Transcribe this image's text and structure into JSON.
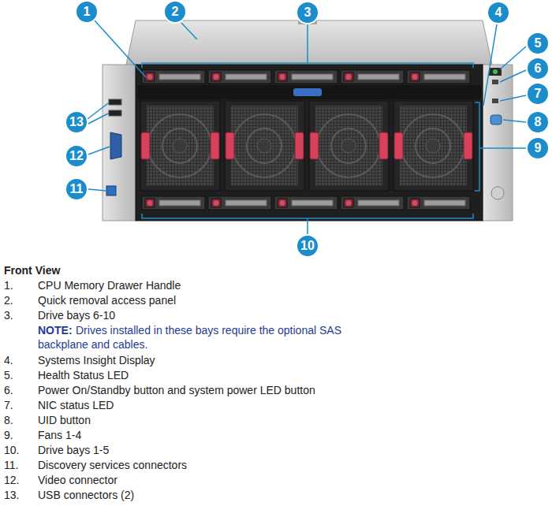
{
  "diagram": {
    "title": "Front View",
    "labels": [
      "1",
      "2",
      "3",
      "4",
      "5",
      "6",
      "7",
      "8",
      "9",
      "10",
      "11",
      "12",
      "13",
      "1.",
      "CPU Memory Drawer Handle",
      "2.",
      "Quick removal access panel",
      "3.",
      "Drive bays 6-10",
      "NOTE:",
      "Drives installed in these bays require the optional SAS backplane and cables.",
      "4.",
      "Systems Insight Display",
      "5.",
      "Health Status LED",
      "6.",
      "Power On/Standby button and system power LED button",
      "7.",
      "NIC status LED",
      "8.",
      "UID button",
      "9.",
      "Fans 1-4",
      "10.",
      "Drive bays 1-5",
      "11.",
      "Discovery services connectors",
      "12.",
      "Video connector",
      "13.",
      "USB connectors (2)"
    ]
  }
}
